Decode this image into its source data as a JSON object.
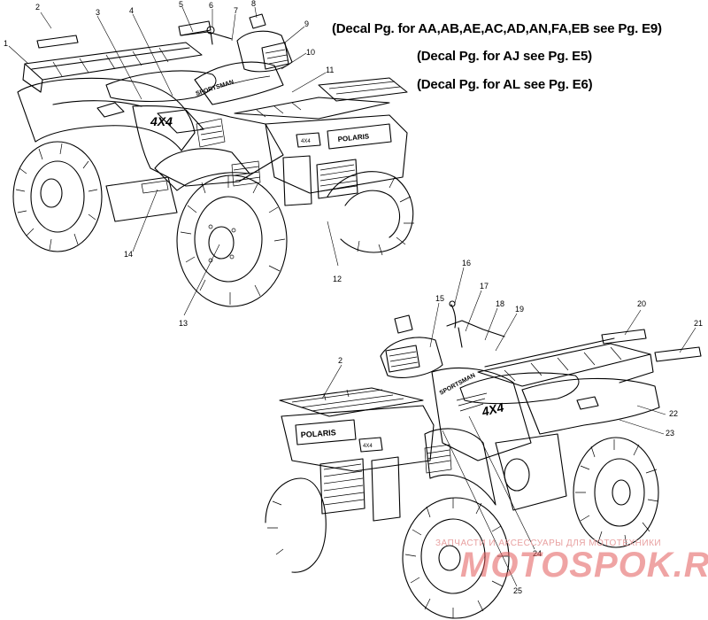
{
  "notes": [
    "(Decal Pg. for AA,AB,AE,AC,AD,AN,FA,EB see Pg. E9)",
    "(Decal Pg. for AJ see Pg. E5)",
    "(Decal Pg. for AL see Pg. E6)"
  ],
  "callouts_top": [
    "1",
    "2",
    "3",
    "4",
    "5",
    "6",
    "7",
    "8",
    "9",
    "10",
    "11",
    "12",
    "13",
    "14"
  ],
  "callouts_bottom": [
    "2",
    "15",
    "16",
    "17",
    "18",
    "19",
    "20",
    "21",
    "22",
    "23",
    "24",
    "25"
  ],
  "decal_texts": {
    "brand": "POLARIS",
    "model_badge": "4X4",
    "model_name": "SPORTSMAN"
  },
  "watermark": {
    "tagline": "ЗАПЧАСТИ И АКСЕССУАРЫ ДЛЯ МОТОТЕХНИКИ",
    "logo": "MOTOSPOK.RU",
    "color": "#e35a5a"
  }
}
